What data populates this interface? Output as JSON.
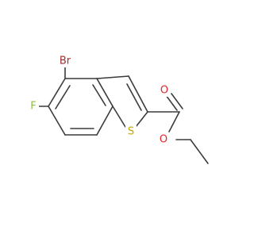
{
  "molecule": {
    "atoms": {
      "br": {
        "label": "Br",
        "color": "#a52a2a"
      },
      "f": {
        "label": "F",
        "color": "#8fbf3f"
      },
      "s": {
        "label": "S",
        "color": "#c8a400"
      },
      "o_carbonyl": {
        "label": "O",
        "color": "#e8232a"
      },
      "o_ester": {
        "label": "O",
        "color": "#e8232a"
      }
    },
    "bond_color": "#3b3b3b"
  }
}
